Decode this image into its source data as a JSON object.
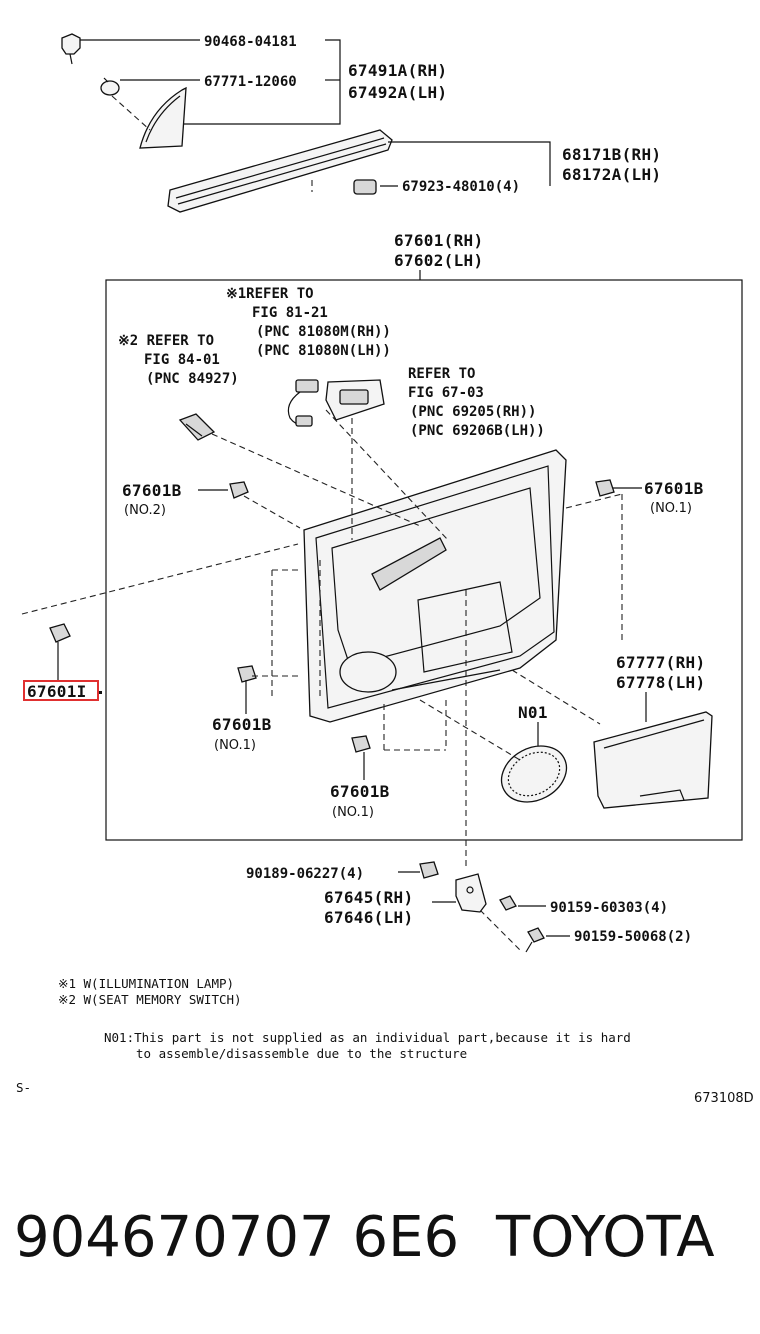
{
  "parts": {
    "clip_top": "90468-04181",
    "clip_small": "67771-12060",
    "garnish_rh": "67491A(RH)",
    "garnish_lh": "67492A(LH)",
    "weatherstrip_rh": "68171B(RH)",
    "weatherstrip_lh": "68172A(LH)",
    "weatherstrip_clip": "67923-48010(4)",
    "panel_rh": "67601(RH)",
    "panel_lh": "67602(LH)",
    "clip_b_left": "67601B",
    "clip_b_left_no": "(NO.2)",
    "clip_b_right": "67601B",
    "clip_b_right_no": "(NO.1)",
    "clip_b_mid": "67601B",
    "clip_b_mid_no": "(NO.1)",
    "clip_b_bottom": "67601B",
    "clip_b_bottom_no": "(NO.1)",
    "highlighted": "67601I",
    "pocket_rh": "67777(RH)",
    "pocket_lh": "67778(LH)",
    "n01": "N01",
    "screw_small": "90189-06227(4)",
    "bracket_rh": "67645(RH)",
    "bracket_lh": "67646(LH)",
    "screw_a": "90159-60303(4)",
    "screw_b": "90159-50068(2)"
  },
  "refs": {
    "ref1_l1": "※1REFER TO",
    "ref1_l2": "FIG 81-21",
    "ref1_l3": "(PNC 81080M(RH))",
    "ref1_l4": "(PNC 81080N(LH))",
    "ref2_l1": "※2 REFER TO",
    "ref2_l2": "FIG 84-01",
    "ref2_l3": "(PNC 84927)",
    "ref3_l1": "REFER TO",
    "ref3_l2": "FIG 67-03",
    "ref3_l3": "(PNC 69205(RH))",
    "ref3_l4": "(PNC 69206B(LH))"
  },
  "notes": {
    "note1": "※1 W(ILLUMINATION LAMP)",
    "note2": "※2 W(SEAT MEMORY SWITCH)",
    "n01_l1": "N01:This part is not supplied as an individual part,because it is hard",
    "n01_l2": "to assemble/disassemble due to the structure",
    "s_mark": "S-",
    "fig_code": "673108D"
  },
  "footer": {
    "part_number": "904670707 6E6",
    "brand": "TOYOTA"
  }
}
